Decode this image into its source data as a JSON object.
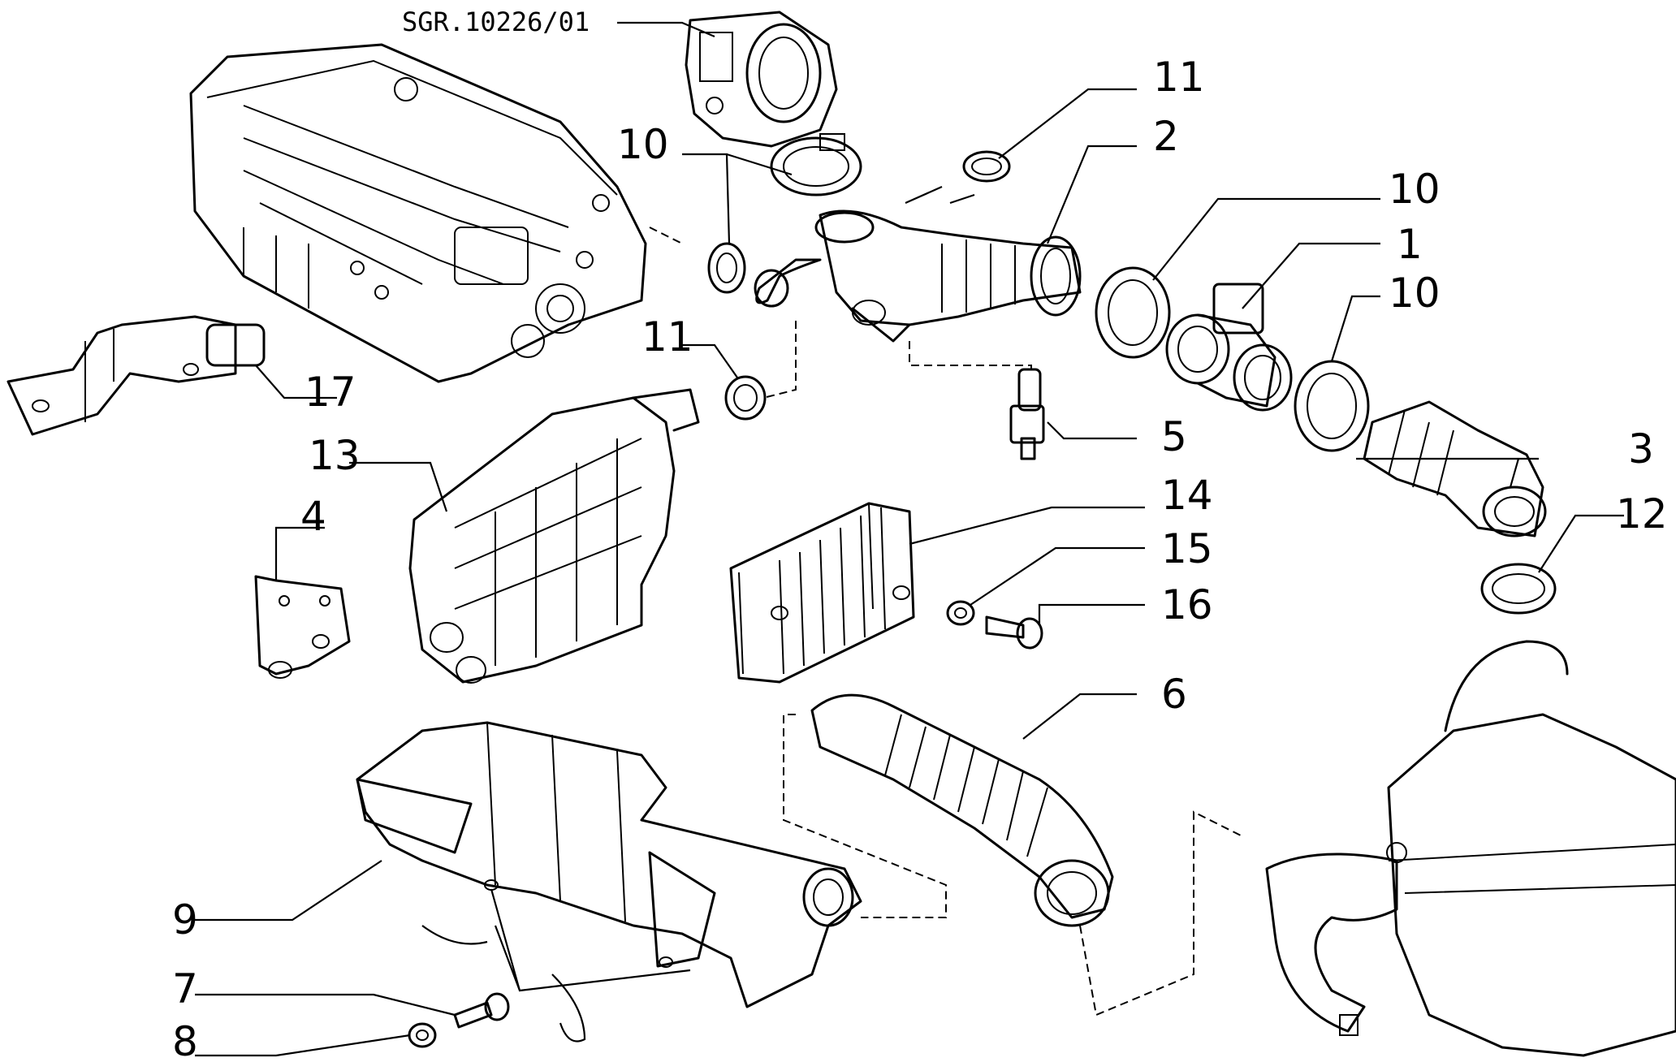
{
  "reference_code": "SGR.10226/01",
  "callouts": {
    "c1": "1",
    "c2": "2",
    "c3": "3",
    "c4": "4",
    "c5": "5",
    "c6": "6",
    "c7": "7",
    "c8": "8",
    "c9": "9",
    "c10a": "10",
    "c10b": "10",
    "c10c": "10",
    "c11a": "11",
    "c11b": "11",
    "c12": "12",
    "c13": "13",
    "c14": "14",
    "c15": "15",
    "c16": "16",
    "c17": "17"
  }
}
